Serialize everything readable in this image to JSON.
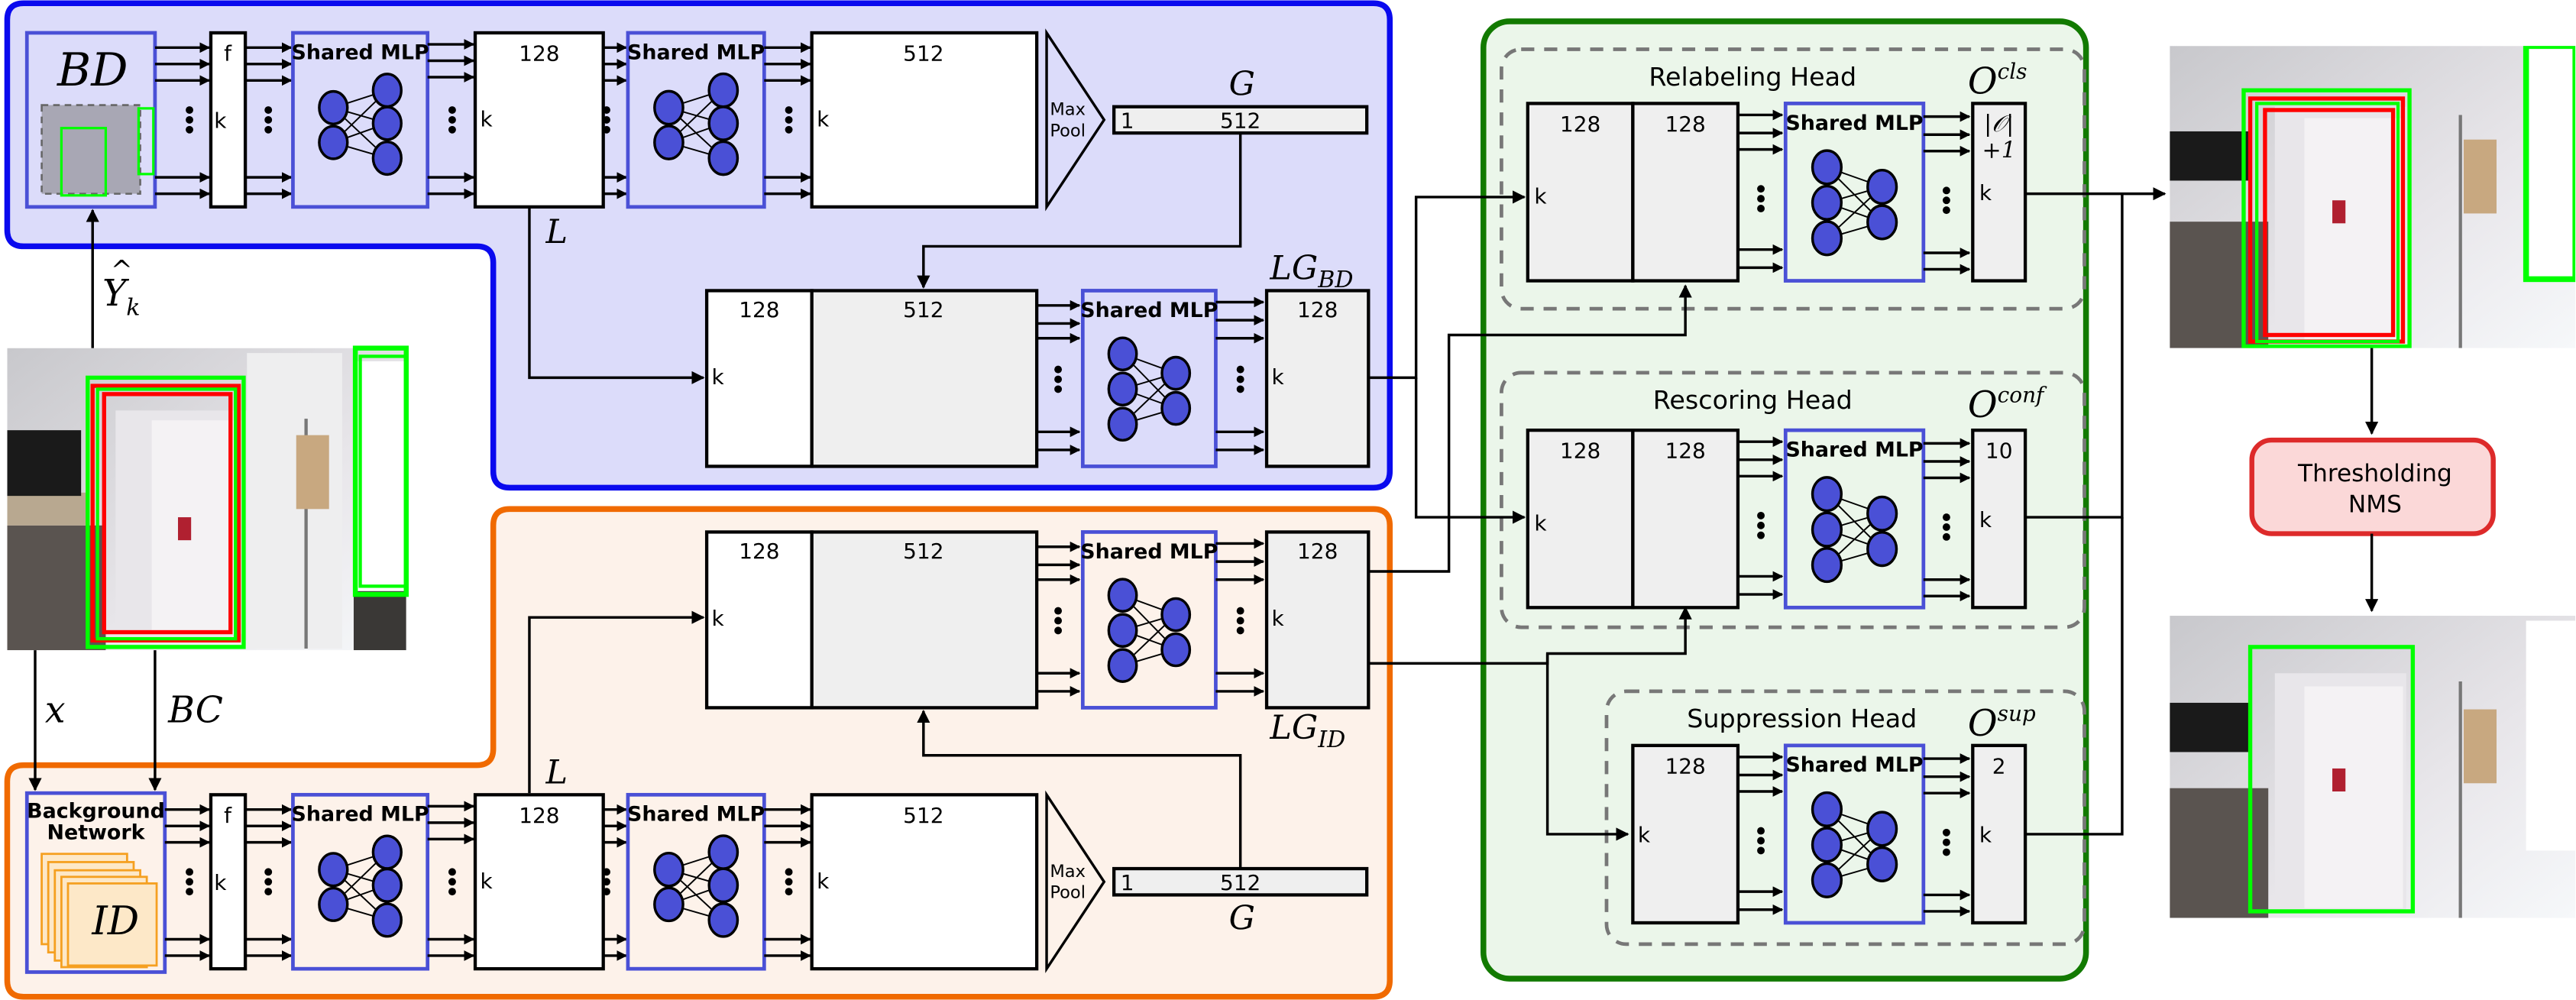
{
  "title": "Detection refinement network architecture",
  "colors": {
    "bd_region_fill": "#dcdcfa",
    "bd_region_border": "#0a0aee",
    "id_region_fill": "#fdf2ea",
    "id_region_border": "#f06a00",
    "heads_region_fill": "#ebf6ea",
    "heads_region_border": "#127a00",
    "mlp_border": "#4a50d6",
    "mlp_node": "#4a50d6",
    "nms_fill": "#fbd8d8",
    "nms_border": "#dd2a2a",
    "box_green": "#00ff00",
    "box_red": "#ff0000",
    "id_stack_fill": "#fde8c8",
    "id_stack_border": "#f5a021"
  },
  "labels": {
    "shared_mlp": "Shared MLP",
    "max_pool_line1": "Max",
    "max_pool_line2": "Pool",
    "k": "k",
    "f": "f",
    "dim_128": "128",
    "dim_512": "512",
    "dim_1": "1"
  },
  "bd_branch": {
    "input_label": "BD",
    "global_feature_label": "G",
    "local_feature_label": "L",
    "fused_label_main": "LG",
    "fused_label_sub": "BD"
  },
  "id_branch": {
    "input_line1": "Background",
    "input_line2": "Network",
    "input_label": "ID",
    "global_feature_label": "G",
    "local_feature_label": "L",
    "fused_label_main": "LG",
    "fused_label_sub": "ID"
  },
  "input": {
    "detections_label_main": "Y",
    "detections_label_sub": "k",
    "x_label": "x",
    "bc_label": "BC"
  },
  "heads": [
    {
      "title": "Relabeling Head",
      "output_main": "O",
      "output_sup": "cls",
      "input_dims": [
        "128",
        "128"
      ],
      "output_dim_line1": "|𝒪|",
      "output_dim_line2": "+1"
    },
    {
      "title": "Rescoring Head",
      "output_main": "O",
      "output_sup": "conf",
      "input_dims": [
        "128",
        "128"
      ],
      "output_dim_line1": "10",
      "output_dim_line2": ""
    },
    {
      "title": "Suppression Head",
      "output_main": "O",
      "output_sup": "sup",
      "input_dims": [
        "128"
      ],
      "output_dim_line1": "2",
      "output_dim_line2": ""
    }
  ],
  "postprocess": {
    "line1": "Thresholding",
    "line2": "NMS"
  }
}
